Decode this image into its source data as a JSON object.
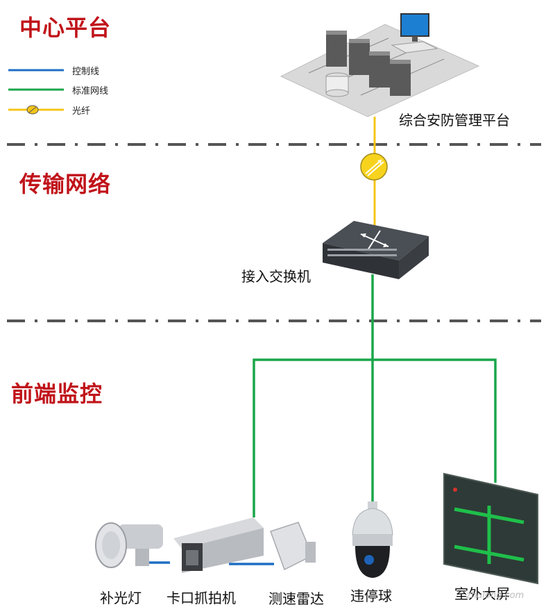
{
  "sections": {
    "center": "中心平台",
    "transport": "传输网络",
    "frontend": "前端监控"
  },
  "legend": {
    "control_line": "控制线",
    "network_line": "标准网线",
    "fiber": "光纤"
  },
  "nodes": {
    "platform": "综合安防管理平台",
    "switch": "接入交换机",
    "fill_light": "补光灯",
    "checkpoint_camera": "卡口抓拍机",
    "speed_radar": "测速雷达",
    "violation_dome": "违停球",
    "outdoor_screen": "室外大屏"
  },
  "watermark": "zhulong.com",
  "colors": {
    "section_title": "#c0131a",
    "control_line": "#1f6fc4",
    "network_line": "#1aa64a",
    "fiber": "#f5c518",
    "separator": "#555555"
  }
}
